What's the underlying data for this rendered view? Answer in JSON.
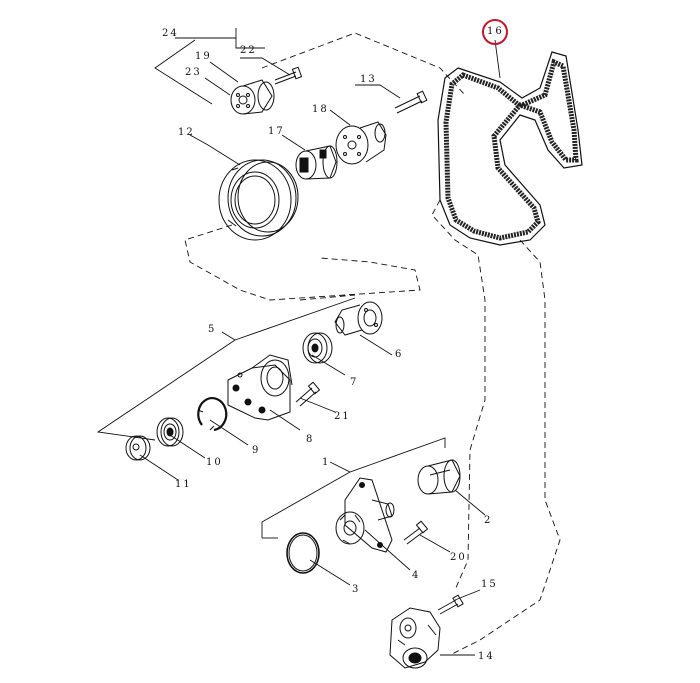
{
  "diagram": {
    "highlight_color": "#c0182a",
    "line_color": "#111111",
    "labels": {
      "p1": "1",
      "p2": "2",
      "p3": "3",
      "p4": "4",
      "p5": "5",
      "p6": "6",
      "p7": "7",
      "p8": "8",
      "p9": "9",
      "p10": "10",
      "p11": "11",
      "p12": "12",
      "p13": "13",
      "p14": "14",
      "p15": "15",
      "p16": "16",
      "p17": "17",
      "p18": "18",
      "p19": "19",
      "p20": "20",
      "p21": "21",
      "p22": "22",
      "p23": "23",
      "p24": "24"
    },
    "highlighted_part": "16"
  }
}
